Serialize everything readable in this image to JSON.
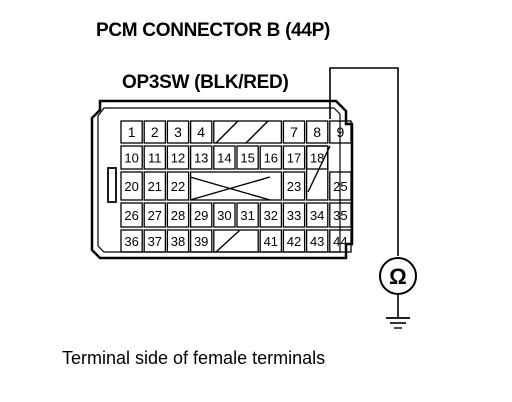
{
  "diagram": {
    "title": "PCM CONNECTOR B (44P)",
    "wire_label": "OP3SW (BLK/RED)",
    "caption": "Terminal side of female terminals",
    "meter_symbol": "Ω",
    "rows": [
      [
        "1",
        "2",
        "3",
        "4",
        "",
        "",
        "",
        "7",
        "8",
        "9"
      ],
      [
        "10",
        "11",
        "12",
        "13",
        "14",
        "15",
        "16",
        "17",
        "18",
        ""
      ],
      [
        "20",
        "21",
        "22",
        "",
        "",
        "",
        "",
        "23",
        "",
        "25"
      ],
      [
        "26",
        "27",
        "28",
        "29",
        "30",
        "31",
        "32",
        "33",
        "34",
        "35"
      ],
      [
        "36",
        "37",
        "38",
        "39",
        "",
        "",
        "41",
        "42",
        "43",
        "44"
      ]
    ]
  }
}
